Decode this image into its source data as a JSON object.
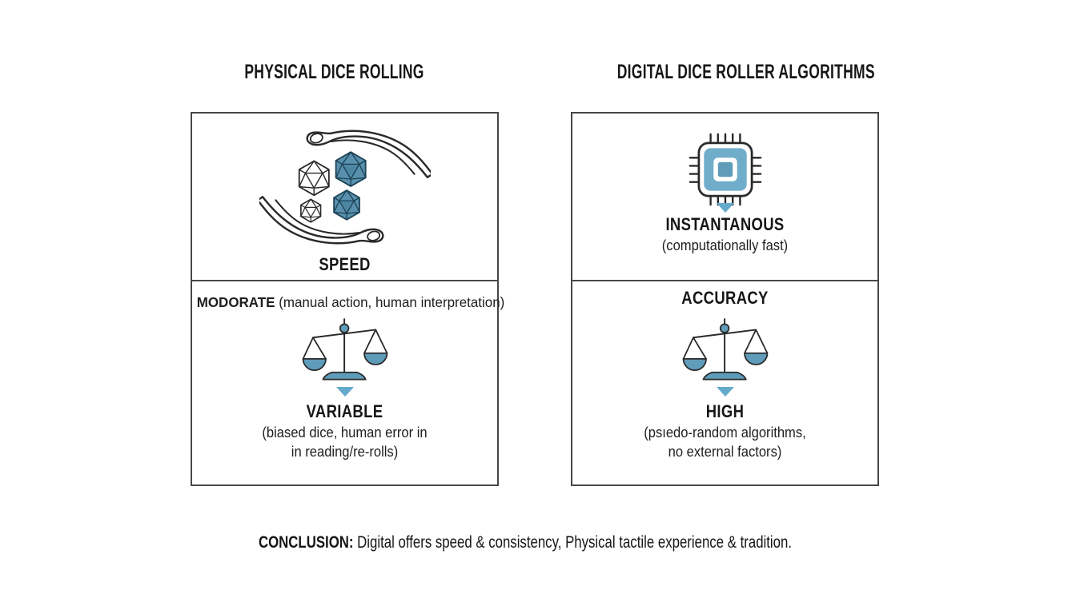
{
  "colors": {
    "ink": "#1e1e1e",
    "panel_border": "#474747",
    "accent_blue": "#5f9cba",
    "accent_blue_light": "#6fadca",
    "arrow_blue": "#64aacb"
  },
  "left_panel": {
    "title": "PHYSICAL DICE ROLLING",
    "top": {
      "icon": "hands-rolling-dice-icon",
      "label": "SPEED"
    },
    "bottom": {
      "lead_bold": "MODORATE",
      "lead_rest": " (manual action, human interpretation)",
      "icon": "balance-scale-icon",
      "result": "VARIABLE",
      "detail_line1": "(biased dice, human error in",
      "detail_line2": "in reading/re-rolls)"
    }
  },
  "right_panel": {
    "title": "DIGITAL DICE ROLLER ALGORITHMS",
    "top": {
      "icon": "microchip-icon",
      "result": "INSTANTANOUS",
      "detail": "(computationally fast)"
    },
    "bottom": {
      "heading": "ACCURACY",
      "icon": "balance-scale-icon",
      "result": "HIGH",
      "detail_line1": "(psıedo-random algorithms,",
      "detail_line2": "no external factors)"
    }
  },
  "conclusion": {
    "label": "CONCLUSION:",
    "text": " Digital offers speed & consistency, Physical tactile experience & tradition."
  }
}
